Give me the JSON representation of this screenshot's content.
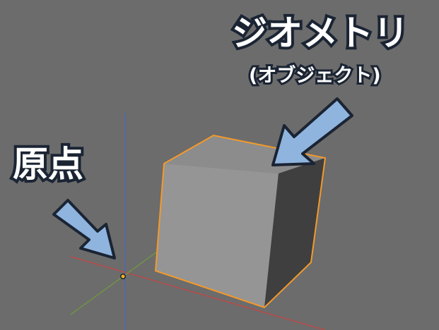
{
  "viewport": {
    "background": "#6c6c6c"
  },
  "labels": {
    "geometry": "ジオメトリ",
    "geometry_sub": "(オブジェクト)",
    "origin": "原点"
  },
  "colors": {
    "callout_arrow_fill": "#8fb4de",
    "callout_arrow_outline": "#1a2433",
    "callout_text": "#ffffff",
    "callout_text_outline": "#1a2433",
    "cube_front": "#959595",
    "cube_top": "#8a8a8a",
    "cube_side": "#3f3f3f",
    "selection_outline": "#f39a2b",
    "axis_x": "#b84a4a",
    "axis_y": "#6f9a3c",
    "axis_z": "#4a6aa8",
    "origin_dot": "#ffb020"
  },
  "icons": {
    "origin_marker": "origin-dot-icon",
    "callout_pointer": "arrow-icon"
  }
}
